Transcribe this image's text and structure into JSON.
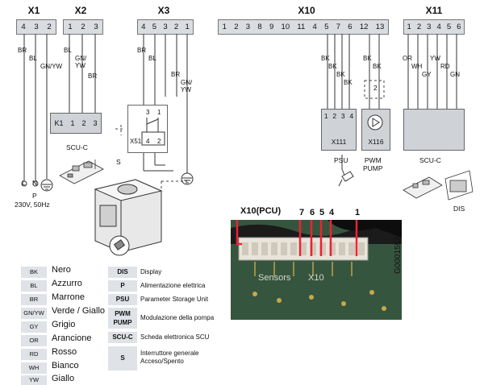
{
  "headers": {
    "x1": "X1",
    "x2": "X2",
    "x3": "X3",
    "x10": "X10",
    "x11": "X11"
  },
  "pins": {
    "x1": [
      "4",
      "3",
      "2"
    ],
    "x2": [
      "1",
      "2",
      "3"
    ],
    "x3": [
      "4",
      "5",
      "3",
      "2",
      "1"
    ],
    "x10": [
      "1",
      "2",
      "3",
      "8",
      "9",
      "10",
      "11",
      "4",
      "5",
      "7",
      "6",
      "12",
      "13"
    ],
    "x11": [
      "1",
      "2",
      "3",
      "4",
      "5",
      "6"
    ]
  },
  "wires": {
    "x1": [
      "BR",
      "BL",
      "GN/YW"
    ],
    "x2": [
      "BL",
      "GN/\nYW",
      "BR"
    ],
    "x3": [
      "BR",
      "BL",
      "BR",
      "GN/\nYW"
    ],
    "x10_psu": [
      "BK",
      "BK",
      "BK",
      "BK"
    ],
    "x10_pump": [
      "BK",
      "BK"
    ],
    "x11": [
      "OR",
      "WH",
      "YW",
      "GY",
      "RD",
      "GN"
    ]
  },
  "components": {
    "scu_c_left": "SCU-C",
    "k1_block": [
      "K1",
      "1",
      "2",
      "3"
    ],
    "s": "S",
    "x51_block": [
      "3",
      "1",
      "X51",
      "4",
      "2"
    ],
    "p_label": "P",
    "p_spec": "230V, 50Hz",
    "l": "L",
    "n": "N",
    "x111_pins": [
      "1",
      "2",
      "3",
      "4"
    ],
    "x111": "X111",
    "x116": "X116",
    "pump_pin": "2",
    "psu": "PSU",
    "pwm_pump": "PWM\nPUMP",
    "scu_c_right": "SCU-C",
    "dis": "DIS"
  },
  "photo": {
    "title": "X10(PCU)",
    "pin_labels": [
      "7",
      "6",
      "5",
      "4",
      "1"
    ],
    "board_text_sensors": "Sensors",
    "board_text_x10": "X10",
    "code": "G000155A"
  },
  "legend": {
    "colors": [
      {
        "code": "BK",
        "name": "Nero"
      },
      {
        "code": "BL",
        "name": "Azzurro"
      },
      {
        "code": "BR",
        "name": "Marrone"
      },
      {
        "code": "GN/YW",
        "name": "Verde / Giallo"
      },
      {
        "code": "GY",
        "name": "Grigio"
      },
      {
        "code": "OR",
        "name": "Arancione"
      },
      {
        "code": "RD",
        "name": "Rosso"
      },
      {
        "code": "WH",
        "name": "Bianco"
      },
      {
        "code": "YW",
        "name": "Giallo"
      }
    ],
    "abbr": [
      {
        "code": "DIS",
        "text": "Display"
      },
      {
        "code": "P",
        "text": "Alimentazione elettrica"
      },
      {
        "code": "PSU",
        "text": "Parameter Storage Unit"
      },
      {
        "code": "PWM\nPUMP",
        "text": "Modulazione della pompa"
      },
      {
        "code": "SCU-C",
        "text": "Scheda elettronica SCU"
      },
      {
        "code": "S",
        "text": "Interruttore generale\nAcceso/Spento"
      }
    ]
  }
}
